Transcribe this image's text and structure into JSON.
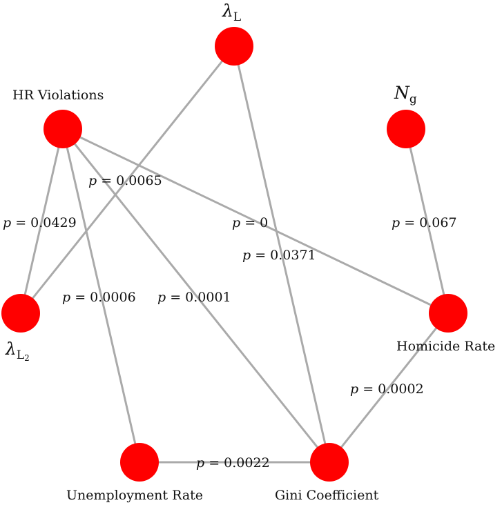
{
  "nodes": {
    "lambda_l": {
      "symbol": "λ",
      "subscript": "L"
    },
    "n_g": {
      "symbol": "N",
      "subscript": "g"
    },
    "hr_violations": {
      "label": "HR Violations"
    },
    "lambda_l2": {
      "symbol": "λ",
      "subscript": "L",
      "subsubscript": "2"
    },
    "homicide_rate": {
      "label": "Homicide Rate"
    },
    "unemployment_rate": {
      "label": "Unemployment Rate"
    },
    "gini_coefficient": {
      "label": "Gini Coefficient"
    }
  },
  "edges": [
    {
      "id": "hr-homicide",
      "from": "hr_violations",
      "to": "homicide_rate",
      "p_var": "p",
      "p_value": "= 0"
    },
    {
      "id": "lambdal-lambdal2",
      "from": "lambda_l",
      "to": "lambda_l2",
      "p_var": "p",
      "p_value": "= 0.0065"
    },
    {
      "id": "hr-lambdal2",
      "from": "hr_violations",
      "to": "lambda_l2",
      "p_var": "p",
      "p_value": "= 0.0429"
    },
    {
      "id": "hr-unemployment",
      "from": "hr_violations",
      "to": "unemployment_rate",
      "p_var": "p",
      "p_value": "= 0.0006"
    },
    {
      "id": "hr-gini",
      "from": "hr_violations",
      "to": "gini_coefficient",
      "p_var": "p",
      "p_value": "= 0.0001"
    },
    {
      "id": "lambdal-gini",
      "from": "lambda_l",
      "to": "gini_coefficient",
      "p_var": "p",
      "p_value": "= 0.0371"
    },
    {
      "id": "ng-homicide",
      "from": "n_g",
      "to": "homicide_rate",
      "p_var": "p",
      "p_value": "= 0.067"
    },
    {
      "id": "homicide-gini",
      "from": "homicide_rate",
      "to": "gini_coefficient",
      "p_var": "p",
      "p_value": "= 0.0002"
    },
    {
      "id": "unemployment-gini",
      "from": "unemployment_rate",
      "to": "gini_coefficient",
      "p_var": "p",
      "p_value": "= 0.0022"
    }
  ],
  "colors": {
    "node": "#ff0000",
    "edge": "#aaaaaa",
    "text": "#111111"
  }
}
